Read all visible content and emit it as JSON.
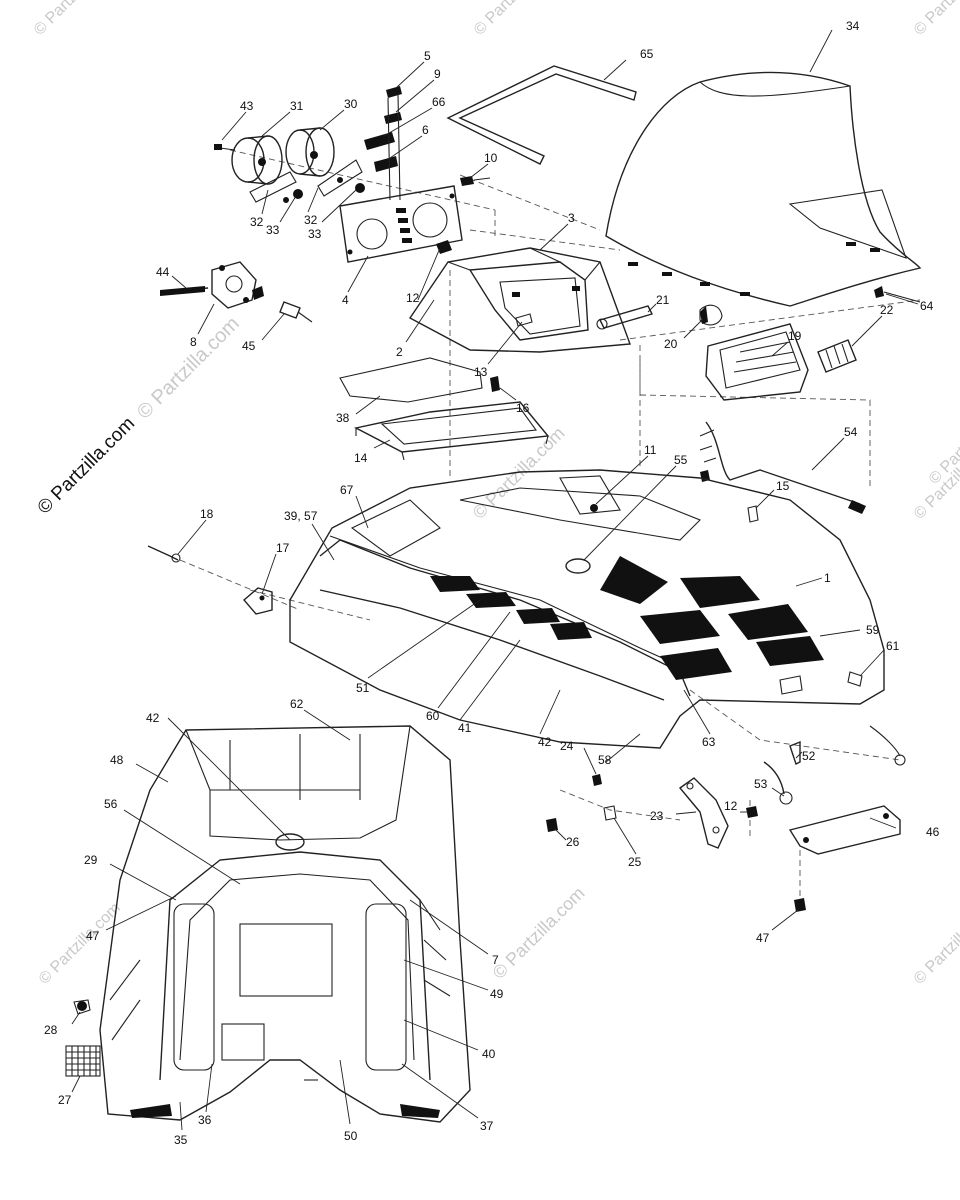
{
  "watermark": {
    "text": "© Partzilla.com"
  },
  "callouts": [
    {
      "text": "5"
    },
    {
      "text": "9"
    },
    {
      "text": "66"
    },
    {
      "text": "6"
    },
    {
      "text": "43"
    },
    {
      "text": "31"
    },
    {
      "text": "30"
    },
    {
      "text": "10"
    },
    {
      "text": "32"
    },
    {
      "text": "32"
    },
    {
      "text": "33"
    },
    {
      "text": "33"
    },
    {
      "text": "4"
    },
    {
      "text": "65"
    },
    {
      "text": "34"
    },
    {
      "text": "3"
    },
    {
      "text": "44"
    },
    {
      "text": "12"
    },
    {
      "text": "2"
    },
    {
      "text": "8"
    },
    {
      "text": "45"
    },
    {
      "text": "21"
    },
    {
      "text": "20"
    },
    {
      "text": "19"
    },
    {
      "text": "22"
    },
    {
      "text": "64"
    },
    {
      "text": "13"
    },
    {
      "text": "16"
    },
    {
      "text": "38"
    },
    {
      "text": "14"
    },
    {
      "text": "11"
    },
    {
      "text": "55"
    },
    {
      "text": "54"
    },
    {
      "text": "15"
    },
    {
      "text": "18"
    },
    {
      "text": "39, 57"
    },
    {
      "text": "67"
    },
    {
      "text": "17"
    },
    {
      "text": "1"
    },
    {
      "text": "59"
    },
    {
      "text": "61"
    },
    {
      "text": "51"
    },
    {
      "text": "60"
    },
    {
      "text": "41"
    },
    {
      "text": "42"
    },
    {
      "text": "63"
    },
    {
      "text": "42"
    },
    {
      "text": "62"
    },
    {
      "text": "48"
    },
    {
      "text": "56"
    },
    {
      "text": "24"
    },
    {
      "text": "58"
    },
    {
      "text": "52"
    },
    {
      "text": "53"
    },
    {
      "text": "26"
    },
    {
      "text": "23"
    },
    {
      "text": "12"
    },
    {
      "text": "25"
    },
    {
      "text": "46"
    },
    {
      "text": "29"
    },
    {
      "text": "47"
    },
    {
      "text": "47"
    },
    {
      "text": "7"
    },
    {
      "text": "49"
    },
    {
      "text": "40"
    },
    {
      "text": "28"
    },
    {
      "text": "27"
    },
    {
      "text": "36"
    },
    {
      "text": "35"
    },
    {
      "text": "50"
    },
    {
      "text": "37"
    }
  ]
}
